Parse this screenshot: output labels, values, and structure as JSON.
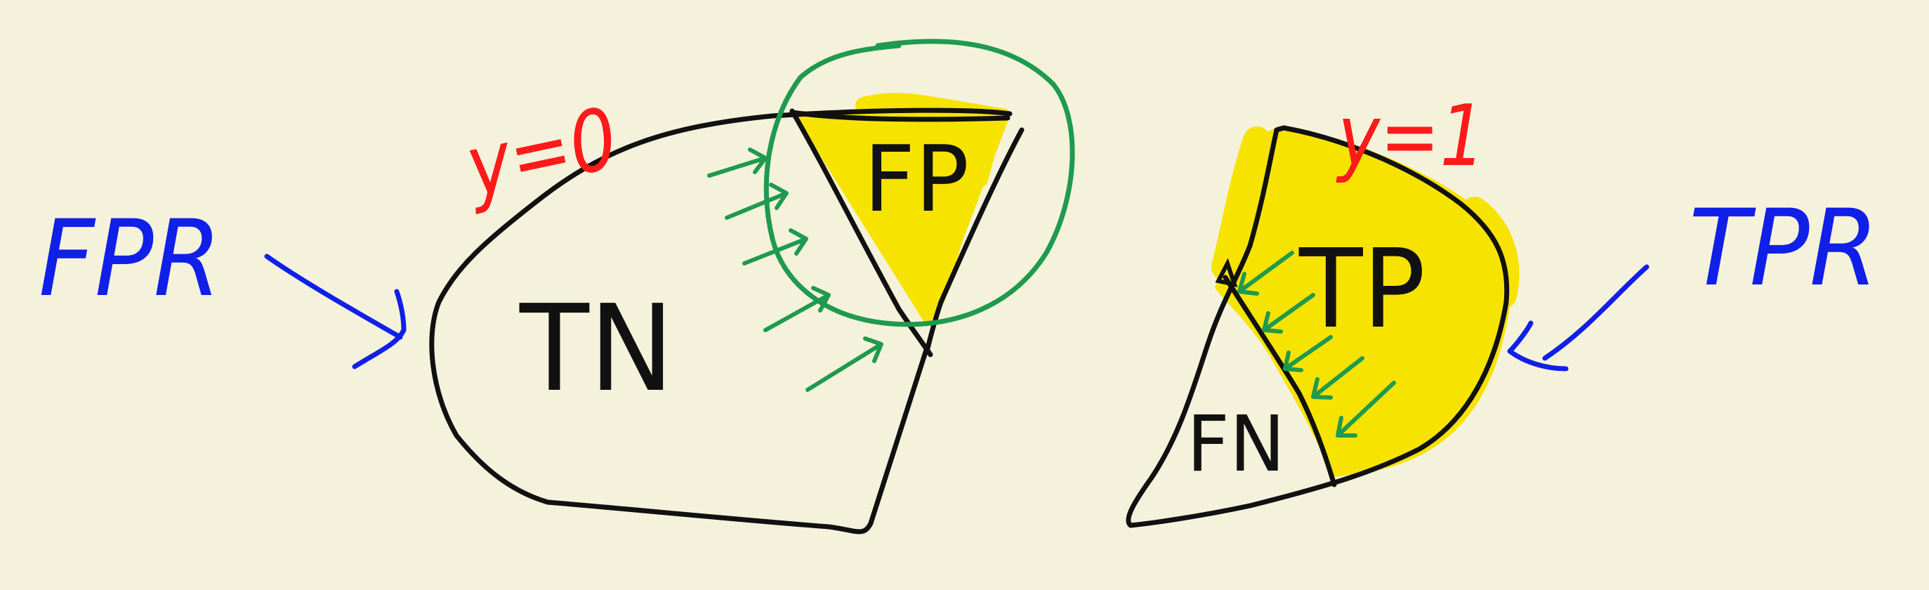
{
  "colors": {
    "background": "#f5f2dc",
    "outline": "#111111",
    "highlight": "#f7e300",
    "arrow_green": "#1f9a4e",
    "circle_green": "#1f9a4e",
    "label_blue": "#1020e8",
    "label_red": "#ff1a1a"
  },
  "labels": {
    "fpr": "FPR",
    "tpr": "TPR",
    "y0": "y=0",
    "y1": "y=1",
    "tn": "TN",
    "fp": "FP",
    "tp": "TP",
    "fn": "FN"
  }
}
